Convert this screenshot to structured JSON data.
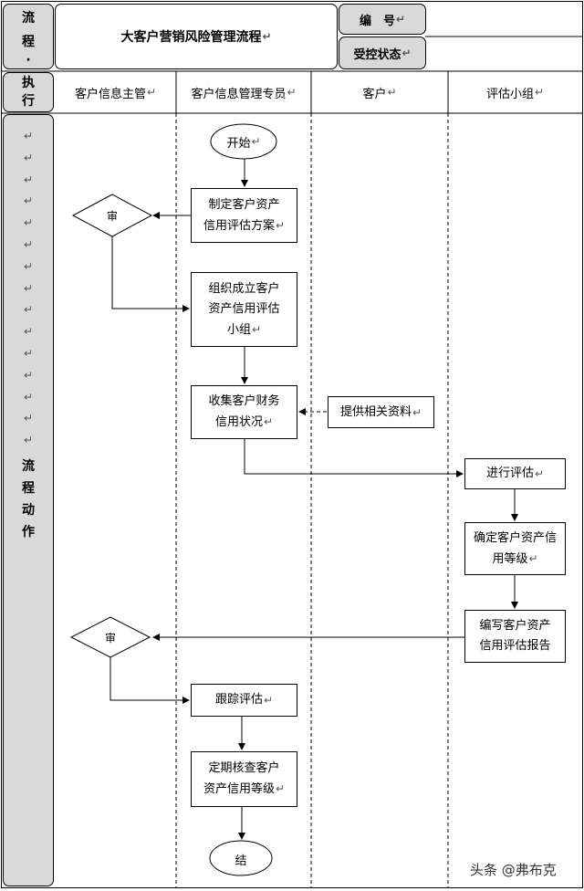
{
  "header": {
    "left_label": [
      "流",
      "程",
      "·"
    ],
    "title": "大客户营销风险管理流程",
    "number_label": "编　号",
    "status_label": "受控状态"
  },
  "columns": {
    "exec_label": [
      "执",
      "行"
    ],
    "lanes": [
      "客户信息主管",
      "客户信息管理专员",
      "客户",
      "评估小组"
    ]
  },
  "side": {
    "marks": [
      "↵",
      "↵",
      "↵",
      "↵",
      "↵",
      "↵",
      "↵",
      "↵",
      "↵",
      "↵",
      "↵",
      "↵",
      "↵",
      "↵",
      "↵"
    ],
    "label": [
      "流",
      "程",
      "动",
      "作"
    ]
  },
  "nodes": {
    "start": "开始",
    "plan": [
      "制定客户资产",
      "信用评估方案"
    ],
    "review1": "审",
    "team": [
      "组织成立客户",
      "资产信用评估",
      "小组"
    ],
    "collect": [
      "收集客户财务",
      "信用状况"
    ],
    "provide": "提供相关资料",
    "evaluate": "进行评估",
    "determine": [
      "确定客户资产信",
      "用等级"
    ],
    "report": [
      "编写客户资产",
      "信用评估报告"
    ],
    "review2": "审",
    "track": "跟踪评估",
    "recheck": [
      "定期核查客户",
      "资产信用等级"
    ],
    "end": "结"
  },
  "watermark": "头条 @弗布克",
  "return_mark": "↵"
}
